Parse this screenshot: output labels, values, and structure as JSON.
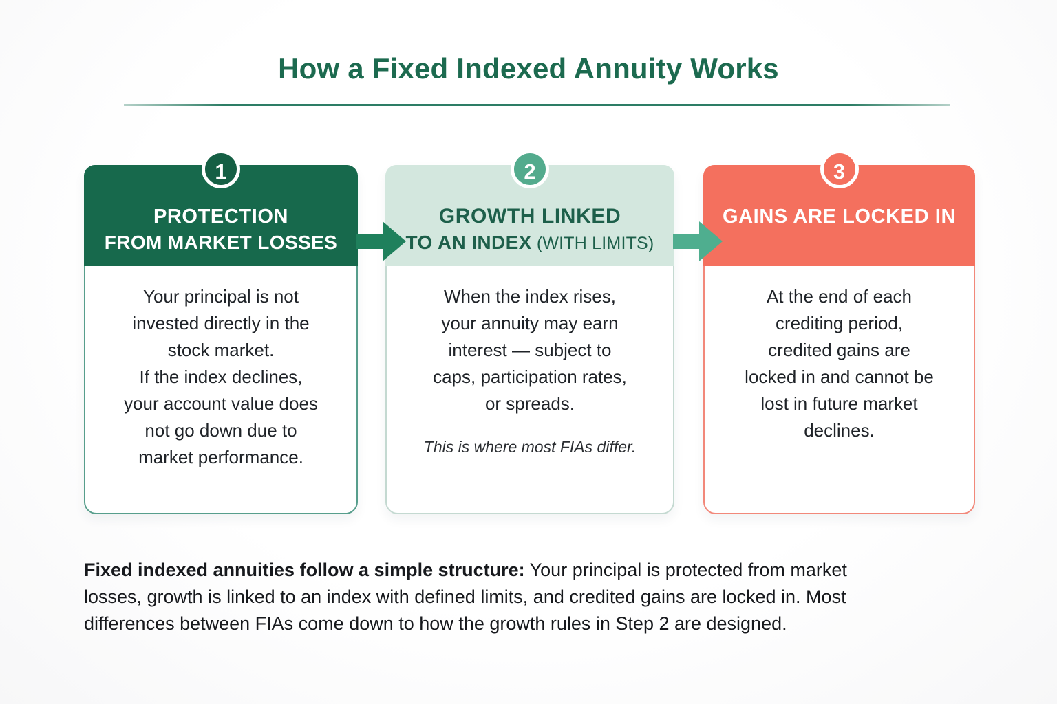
{
  "title": "How a Fixed Indexed Annuity Works",
  "palette": {
    "title_green": "#1c6a4f",
    "step1_header": "#17694c",
    "step1_badge": "#155f44",
    "step1_border": "#579e8c",
    "step2_header": "#d3e7de",
    "step2_badge": "#53ab8d",
    "step2_text": "#1d5f4a",
    "step2_border": "#c4d9d1",
    "step3_header": "#f4705e",
    "step3_border": "#f2887a",
    "arrow1": "#1f805c",
    "arrow2": "#4fae8f",
    "body_text": "#1f2328"
  },
  "steps": [
    {
      "number": "1",
      "heading_line1": "PROTECTION",
      "heading_line2": "FROM MARKET LOSSES",
      "body": "Your principal is not\ninvested directly in the\nstock market.\nIf the index declines,\nyour account value does\nnot go down due to\nmarket performance."
    },
    {
      "number": "2",
      "heading_line1": "GROWTH LINKED",
      "heading_line2_bold": "TO AN INDEX",
      "heading_line2_light": "(WITH LIMITS)",
      "body": "When the index rises,\nyour annuity may earn\ninterest — subject to\ncaps, participation rates,\nor spreads.",
      "note": "This is where most FIAs differ."
    },
    {
      "number": "3",
      "heading_line1": "GAINS ARE LOCKED IN",
      "body": "At the end of each\ncrediting period,\ncredited gains are\nlocked in and cannot be\nlost in future market\ndeclines."
    }
  ],
  "summary": {
    "bold": "Fixed indexed annuities follow a simple structure:",
    "line1_rest": "Your principal is protected from market",
    "line2": "losses, growth is linked to an index with defined limits, and credited gains are locked in. Most",
    "line3": "differences between FIAs come down to how the growth rules in Step 2 are designed."
  }
}
